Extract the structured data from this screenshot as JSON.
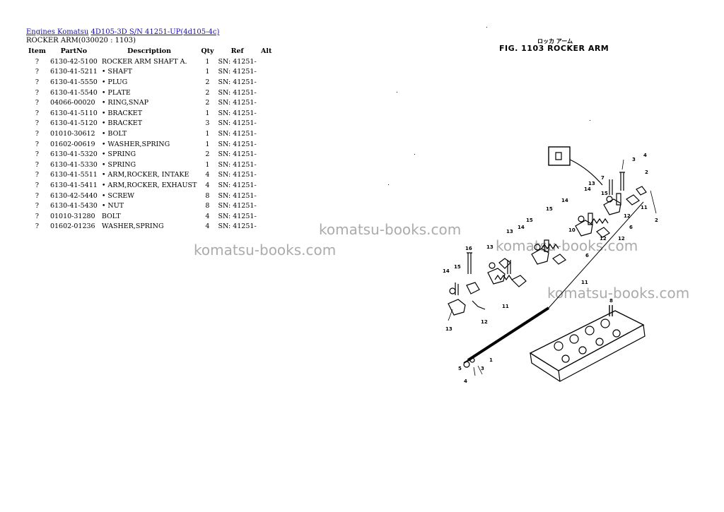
{
  "breadcrumb": {
    "link1": "Engines Komatsu",
    "link2": "4D105-3D S/N 41251-UP(4d105-4c)"
  },
  "subtitle": "ROCKER ARM(030020 : 1103)",
  "table": {
    "headers": {
      "item": "Item",
      "partno": "PartNo",
      "description": "Description",
      "qty": "Qty",
      "ref": "Ref",
      "alt": "Alt"
    },
    "rows": [
      {
        "item": "?",
        "partno": "6130-42-5100",
        "description": "ROCKER ARM SHAFT A.",
        "qty": "1",
        "ref": "SN: 41251-"
      },
      {
        "item": "?",
        "partno": "6130-41-5211",
        "description": "• SHAFT",
        "qty": "1",
        "ref": "SN: 41251-"
      },
      {
        "item": "?",
        "partno": "6130-41-5550",
        "description": "• PLUG",
        "qty": "2",
        "ref": "SN: 41251-"
      },
      {
        "item": "?",
        "partno": "6130-41-5540",
        "description": "• PLATE",
        "qty": "2",
        "ref": "SN: 41251-"
      },
      {
        "item": "?",
        "partno": "04066-00020",
        "description": "• RING,SNAP",
        "qty": "2",
        "ref": "SN: 41251-"
      },
      {
        "item": "?",
        "partno": "6130-41-5110",
        "description": "• BRACKET",
        "qty": "1",
        "ref": "SN: 41251-"
      },
      {
        "item": "?",
        "partno": "6130-41-5120",
        "description": "• BRACKET",
        "qty": "3",
        "ref": "SN: 41251-"
      },
      {
        "item": "?",
        "partno": "01010-30612",
        "description": "• BOLT",
        "qty": "1",
        "ref": "SN: 41251-"
      },
      {
        "item": "?",
        "partno": "01602-00619",
        "description": "• WASHER,SPRING",
        "qty": "1",
        "ref": "SN: 41251-"
      },
      {
        "item": "?",
        "partno": "6130-41-5320",
        "description": "• SPRING",
        "qty": "2",
        "ref": "SN: 41251-"
      },
      {
        "item": "?",
        "partno": "6130-41-5330",
        "description": "• SPRING",
        "qty": "1",
        "ref": "SN: 41251-"
      },
      {
        "item": "?",
        "partno": "6130-41-5511",
        "description": "• ARM,ROCKER, INTAKE",
        "qty": "4",
        "ref": "SN: 41251-"
      },
      {
        "item": "?",
        "partno": "6130-41-5411",
        "description": "• ARM,ROCKER, EXHAUST",
        "qty": "4",
        "ref": "SN: 41251-"
      },
      {
        "item": "?",
        "partno": "6130-42-5440",
        "description": "• SCREW",
        "qty": "8",
        "ref": "SN: 41251-"
      },
      {
        "item": "?",
        "partno": "6130-41-5430",
        "description": "• NUT",
        "qty": "8",
        "ref": "SN: 41251-"
      },
      {
        "item": "?",
        "partno": "01010-31280",
        "description": "BOLT",
        "qty": "4",
        "ref": "SN: 41251-"
      },
      {
        "item": "?",
        "partno": "01602-01236",
        "description": "WASHER,SPRING",
        "qty": "4",
        "ref": "SN: 41251-"
      }
    ]
  },
  "watermark": "komatsu-books.com",
  "figure": {
    "title": "FIG. 1103  ROCKER ARM",
    "jp_title": "ロッカ アーム"
  },
  "colors": {
    "link": "#1a0dab",
    "watermark": "#8f8f8f"
  }
}
